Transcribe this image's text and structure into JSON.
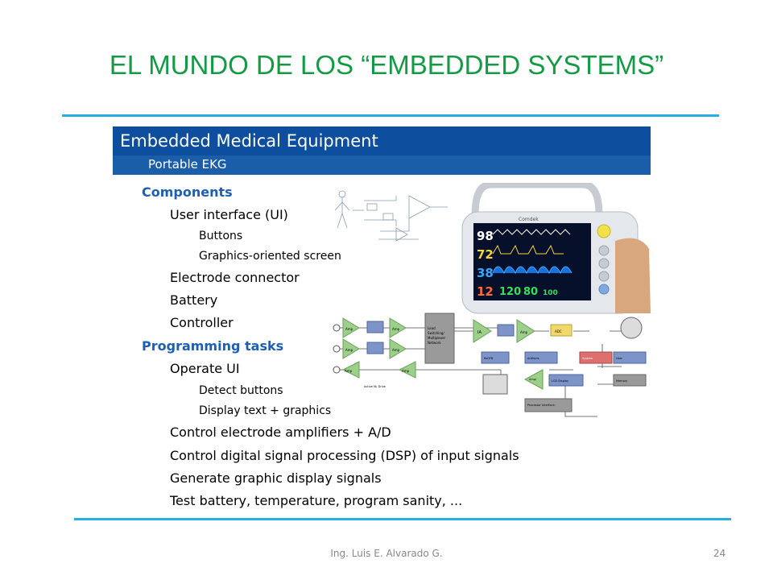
{
  "slide": {
    "title": "EL MUNDO DE LOS “EMBEDDED SYSTEMS”",
    "author": "Ing. Luis E. Alvarado G.",
    "page_number": "24",
    "accent_color": "#149a45",
    "rule_color": "#29aee3"
  },
  "panel": {
    "title": "Embedded Medical Equipment",
    "subtitle": "Portable EKG",
    "banner_color": "#0d4f9e",
    "outline": [
      {
        "level": 1,
        "text": "Components"
      },
      {
        "level": 2,
        "text": "User interface (UI)"
      },
      {
        "level": 3,
        "text": "Buttons"
      },
      {
        "level": 3,
        "text": "Graphics-oriented screen"
      },
      {
        "level": 2,
        "text": "Electrode connector"
      },
      {
        "level": 2,
        "text": "Battery"
      },
      {
        "level": 2,
        "text": "Controller"
      },
      {
        "level": 1,
        "text": "Programming tasks"
      },
      {
        "level": 2,
        "text": "Operate UI"
      },
      {
        "level": 3,
        "text": "Detect buttons"
      },
      {
        "level": 3,
        "text": "Display text + graphics"
      },
      {
        "level": 2,
        "text": "Control electrode amplifiers + A/D"
      },
      {
        "level": 2,
        "text": "Control digital signal processing (DSP) of input signals"
      },
      {
        "level": 2,
        "text": "Generate graphic display signals"
      },
      {
        "level": 2,
        "text": "Test battery, temperature, program sanity, ..."
      }
    ]
  },
  "device": {
    "brand": "Comdek",
    "readings": [
      "98",
      "72",
      "38",
      "12",
      "120",
      "80",
      "100"
    ]
  },
  "block_diagram": {
    "blocks": [
      "Amp",
      "Amp",
      "Amp",
      "Amp",
      "Amp",
      "Amp",
      "Lead Switching/ Multiplexer Network",
      "IA",
      "Amp",
      "ADC",
      "Ref/FB Switch",
      "Artifacts Detection",
      "System Processor",
      "User Interface",
      "Memory",
      "Amp/ Filter",
      "LCD Display Driver",
      "Processor Interface: CAN, USB",
      "Active NL Drive"
    ]
  }
}
